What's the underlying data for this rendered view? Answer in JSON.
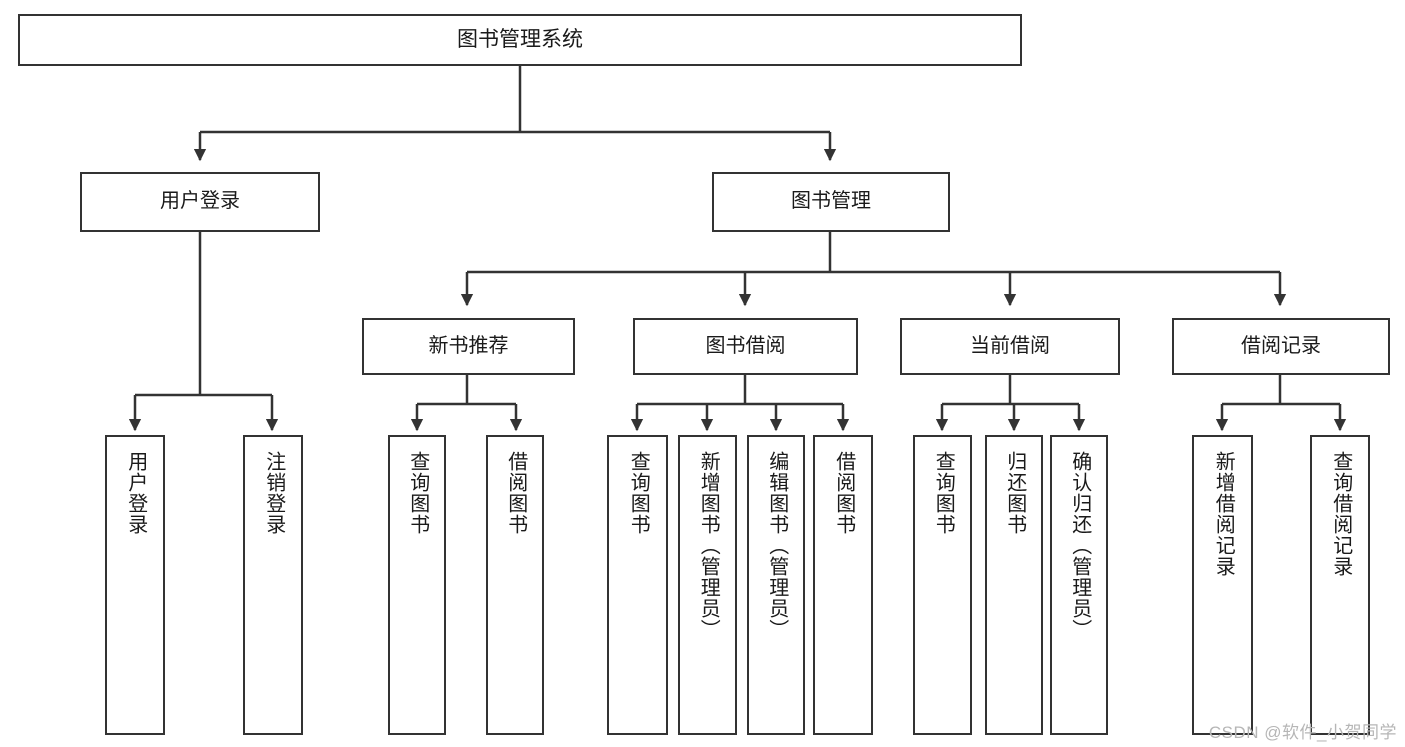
{
  "diagram": {
    "title": "图书管理系统",
    "type": "tree-hierarchy",
    "root": {
      "id": "root",
      "label": "图书管理系统"
    },
    "level1": [
      {
        "id": "user-login",
        "label": "用户登录"
      },
      {
        "id": "book-manage",
        "label": "图书管理"
      }
    ],
    "level2": [
      {
        "id": "new-book-rec",
        "label": "新书推荐"
      },
      {
        "id": "book-borrow",
        "label": "图书借阅"
      },
      {
        "id": "current-borrow",
        "label": "当前借阅"
      },
      {
        "id": "borrow-record",
        "label": "借阅记录"
      }
    ],
    "leaves": [
      {
        "id": "leaf-user-login",
        "label": "用户登录",
        "parent": "user-login"
      },
      {
        "id": "leaf-user-logout",
        "label": "注销登录",
        "parent": "user-login"
      },
      {
        "id": "leaf-query-book-1",
        "label": "查询图书",
        "parent": "new-book-rec"
      },
      {
        "id": "leaf-borrow-book-1",
        "label": "借阅图书",
        "parent": "new-book-rec"
      },
      {
        "id": "leaf-query-book-2",
        "label": "查询图书",
        "parent": "book-borrow"
      },
      {
        "id": "leaf-add-book",
        "label": "新增图书（管理员）",
        "parent": "book-borrow"
      },
      {
        "id": "leaf-edit-book",
        "label": "编辑图书（管理员）",
        "parent": "book-borrow"
      },
      {
        "id": "leaf-borrow-book-2",
        "label": "借阅图书",
        "parent": "book-borrow"
      },
      {
        "id": "leaf-query-book-3",
        "label": "查询图书",
        "parent": "current-borrow"
      },
      {
        "id": "leaf-return-book",
        "label": "归还图书",
        "parent": "current-borrow"
      },
      {
        "id": "leaf-confirm-return",
        "label": "确认归还（管理员）",
        "parent": "current-borrow"
      },
      {
        "id": "leaf-add-record",
        "label": "新增借阅记录",
        "parent": "borrow-record"
      },
      {
        "id": "leaf-query-record",
        "label": "查询借阅记录",
        "parent": "borrow-record"
      }
    ]
  },
  "watermark": {
    "text": "CSDN @软件_小贺同学"
  },
  "colors": {
    "border": "#333333",
    "text": "#1a1a1a",
    "background": "#ffffff",
    "watermark": "#b6b6b6"
  }
}
